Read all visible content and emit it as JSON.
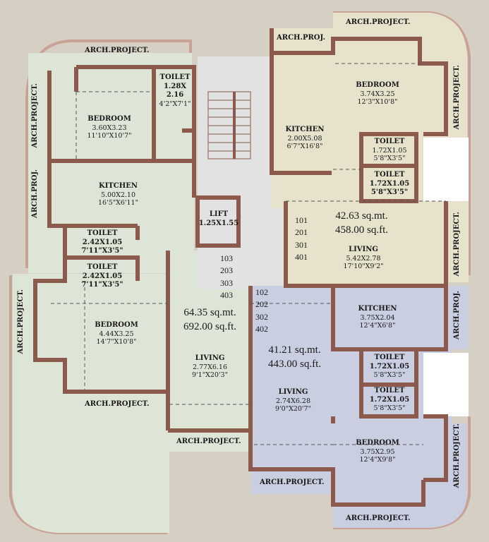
{
  "flat1": {
    "toilet": {
      "name": "TOILET",
      "dim1": "1.28X",
      "dim2": "2.16",
      "ft": "4'2\"X7'1\""
    },
    "bedroom1": {
      "name": "BEDROOM",
      "dim": "3.60X3.23",
      "ft": "11'10\"X10'7\""
    },
    "kitchen": {
      "name": "KITCHEN",
      "dim": "5.00X2.10",
      "ft": "16'5\"X6'11\""
    },
    "toilet2": {
      "name": "TOILET",
      "dim": "2.42X1.05",
      "ft": "7'11\"X3'5\""
    },
    "toilet3": {
      "name": "TOILET",
      "dim": "2.42X1.05",
      "ft": "7'11\"X3'5\""
    },
    "bedroom2": {
      "name": "BEDROOM",
      "dim": "4.44X3.25",
      "ft": "14'7\"X10'8\""
    },
    "living": {
      "name": "LIVING",
      "dim": "2.77X6.16",
      "ft": "9'1\"X20'3\""
    },
    "units": [
      "103",
      "203",
      "303",
      "403"
    ],
    "area_sqmt": "64.35 sq.mt.",
    "area_sqft": "692.00 sq.ft."
  },
  "lift": {
    "name": "LIFT",
    "dim": "1.25X1.55"
  },
  "flat2": {
    "kitchen": {
      "name": "KITCHEN",
      "dim": "2.00X5.08",
      "ft": "6'7\"X16'8\""
    },
    "bedroom": {
      "name": "BEDROOM",
      "dim": "3.74X3.25",
      "ft": "12'3\"X10'8\""
    },
    "toilet1": {
      "name": "TOILET",
      "dim": "1.72X1.05",
      "ft": "5'8\"X3'5\""
    },
    "toilet2": {
      "name": "TOILET",
      "dim": "1.72X1.05",
      "ft": "5'8\"X3'5\""
    },
    "living": {
      "name": "LIVING",
      "dim": "5.42X2.78",
      "ft": "17'10\"X9'2\""
    },
    "units": [
      "101",
      "201",
      "301",
      "401"
    ],
    "area_sqmt": "42.63 sq.mt.",
    "area_sqft": "458.00 sq.ft."
  },
  "flat3": {
    "kitchen": {
      "name": "KITCHEN",
      "dim": "3.75X2.04",
      "ft": "12'4\"X6'8\""
    },
    "toilet1": {
      "name": "TOILET",
      "dim": "1.72X1.05",
      "ft": "5'8\"X3'5\""
    },
    "toilet2": {
      "name": "TOILET",
      "dim": "1.72X1.05",
      "ft": "5'8\"X3'5\""
    },
    "living": {
      "name": "LIVING",
      "dim": "2.74X6.28",
      "ft": "9'0\"X20'7\""
    },
    "bedroom": {
      "name": "BEDROOM",
      "dim": "3.75X2.95",
      "ft": "12'4\"X9'8\""
    },
    "units": [
      "102",
      "202",
      "302",
      "402"
    ],
    "area_sqmt": "41.21 sq.mt.",
    "area_sqft": "443.00 sq.ft."
  },
  "arch": {
    "top_left": "ARCH.PROJECT.",
    "left_upper": "ARCH.PROJECT.",
    "left_proj": "ARCH.PROJ.",
    "left_lower": "ARCH.PROJECT.",
    "bottom_left": "ARCH.PROJECT.",
    "bottom_mid": "ARCH.PROJECT.",
    "bottom_mid2": "ARCH.PROJECT.",
    "bottom_right": "ARCH.PROJECT.",
    "top_right": "ARCH.PROJECT.",
    "top_proj": "ARCH.PROJ.",
    "right_upper": "ARCH.PROJECT.",
    "right_mid": "ARCH.PROJECT.",
    "right_proj": "ARCH.PROJ.",
    "right_lower": "ARCH.PROJECT."
  },
  "colors": {
    "background": "#d6cfc4",
    "flat_green": "#dde6d6",
    "flat_beige": "#e6e2cc",
    "flat_blue": "#c9cfe0",
    "lift_gray": "#e2e2e2",
    "wall": "#8b5a4c",
    "wall_fill": "#caa89c"
  }
}
